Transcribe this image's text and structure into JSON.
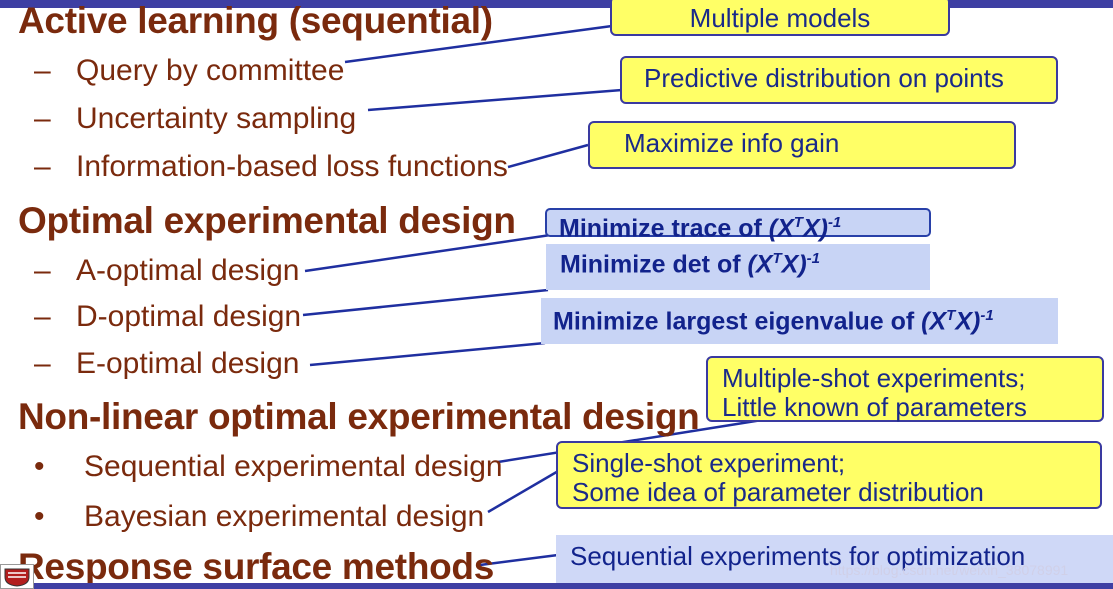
{
  "headings": {
    "active": "Active learning (sequential)",
    "optimal": "Optimal experimental design",
    "nonlinear": "Non-linear optimal experimental design",
    "response": "Response surface methods"
  },
  "items": {
    "qbc": "Query by committee",
    "uncertainty": "Uncertainty sampling",
    "infoloss": "Information-based loss functions",
    "aopt": "A-optimal design",
    "dopt": "D-optimal design",
    "eopt": "E-optimal design",
    "sequential": "Sequential experimental design",
    "bayesian": "Bayesian experimental design"
  },
  "markers": {
    "dash": "–",
    "bullet": "•"
  },
  "callouts": {
    "multiple_models": "Multiple models",
    "predictive": "Predictive distribution on points",
    "info_gain": "Maximize info gain",
    "multi_shot_1": "Multiple-shot experiments;",
    "multi_shot_2": "Little known of parameters",
    "single_shot_1": "Single-shot experiment;",
    "single_shot_2": "Some idea of parameter distribution",
    "sequential_opt": "Sequential experiments for optimization"
  },
  "blue_boxes": {
    "trace_prefix": "Minimize trace of ",
    "det_prefix": "Minimize det of ",
    "eigen_prefix": "Minimize largest eigenvalue of ",
    "math_open": "(X",
    "math_sup_t": "T",
    "math_close": "X)",
    "math_sup_inv": "-1"
  },
  "watermark": "https://blog.csdn.net/weixin_38078991",
  "colors": {
    "heading": "#7a2a0d",
    "callout_bg": "#ffff66",
    "callout_border": "#3a3aa0",
    "callout_text": "#1a2a8a",
    "blue_box_bg": "#c8d4f5",
    "bar": "#3e3fa3"
  }
}
